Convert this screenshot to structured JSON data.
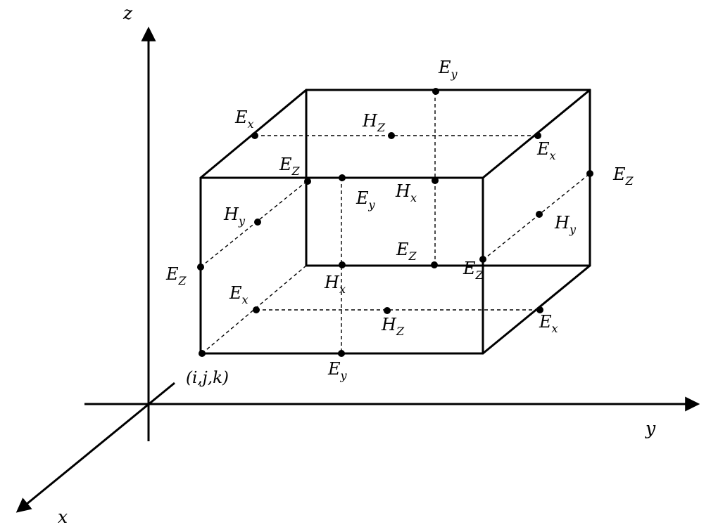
{
  "axes": {
    "z": "z",
    "y": "y",
    "x": "x"
  },
  "corner_label": "(i,j,k)",
  "field_labels": [
    {
      "id": "ey-top",
      "main": "E",
      "sub": "y"
    },
    {
      "id": "ex-top-left",
      "main": "E",
      "sub": "x"
    },
    {
      "id": "hz-top",
      "main": "H",
      "sub": "Z"
    },
    {
      "id": "ex-top-right",
      "main": "E",
      "sub": "x"
    },
    {
      "id": "ez-front-top",
      "main": "E",
      "sub": "Z"
    },
    {
      "id": "ez-right-top",
      "main": "E",
      "sub": "Z"
    },
    {
      "id": "ey-front-top",
      "main": "E",
      "sub": "y"
    },
    {
      "id": "hx-back",
      "main": "H",
      "sub": "x"
    },
    {
      "id": "hy-left",
      "main": "H",
      "sub": "y"
    },
    {
      "id": "hy-right",
      "main": "H",
      "sub": "y"
    },
    {
      "id": "ez-back-bottom",
      "main": "E",
      "sub": "Z"
    },
    {
      "id": "ez-front-right",
      "main": "E",
      "sub": "Z"
    },
    {
      "id": "ez-front-left",
      "main": "E",
      "sub": "Z"
    },
    {
      "id": "hx-front",
      "main": "H",
      "sub": "x"
    },
    {
      "id": "ex-bottom-left",
      "main": "E",
      "sub": "x"
    },
    {
      "id": "hz-bottom",
      "main": "H",
      "sub": "Z"
    },
    {
      "id": "ex-bottom-right",
      "main": "E",
      "sub": "x"
    },
    {
      "id": "ey-bottom",
      "main": "E",
      "sub": "y"
    }
  ]
}
